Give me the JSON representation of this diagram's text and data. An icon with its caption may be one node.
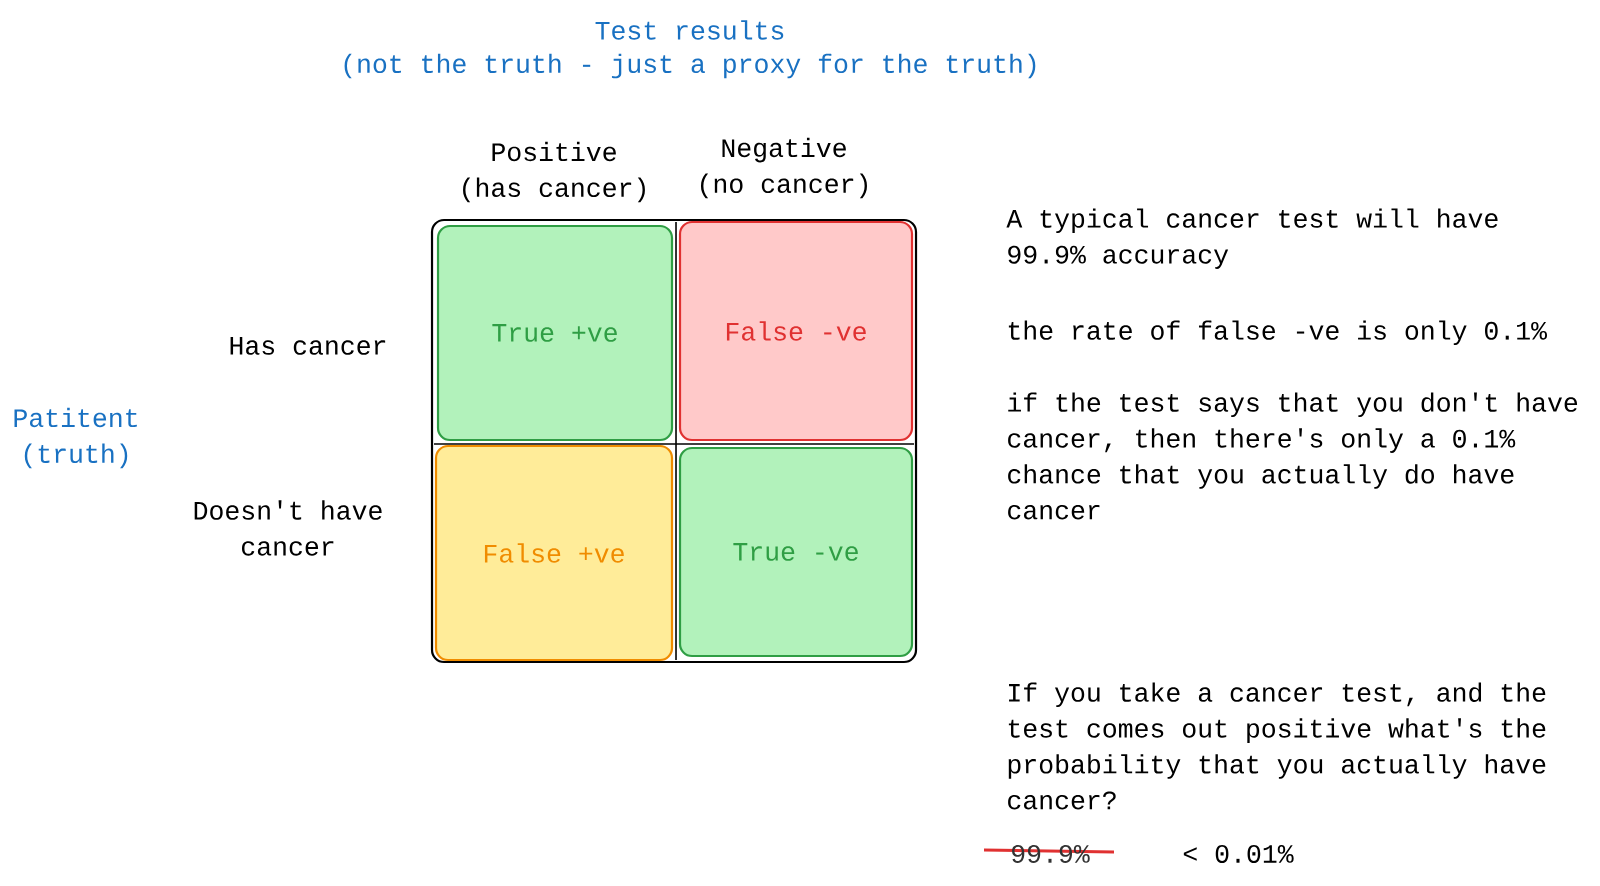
{
  "diagram": {
    "nodes": [
      {
        "text": [],
        "shape": "box"
      },
      {
        "text": [
          "True +ve"
        ],
        "in": 0
      },
      {
        "text": [
          "False -ve"
        ],
        "in": 0
      },
      {
        "text": [
          "False +ve"
        ],
        "in": 0
      },
      {
        "text": [
          "True -ve"
        ],
        "in": 0
      }
    ],
    "labels": [
      "Test results",
      "(not the truth - just a proxy for the truth)",
      "Positive (has cancer)",
      "Negative (no cancer)",
      "Has cancer",
      "Patitent (truth)",
      "Doesn't have cancer",
      "A typical cancer test will have 99.9% accuracy",
      "the rate of false -ve is only 0.1%",
      "if the test says that you don't have cancer, then there's only a 0.1% chance that you actually do have cancer",
      "If you take a cancer test, and the test comes out positive what's the probability that you actually have cancer?",
      "99.9%",
      "< 0.01%"
    ]
  }
}
